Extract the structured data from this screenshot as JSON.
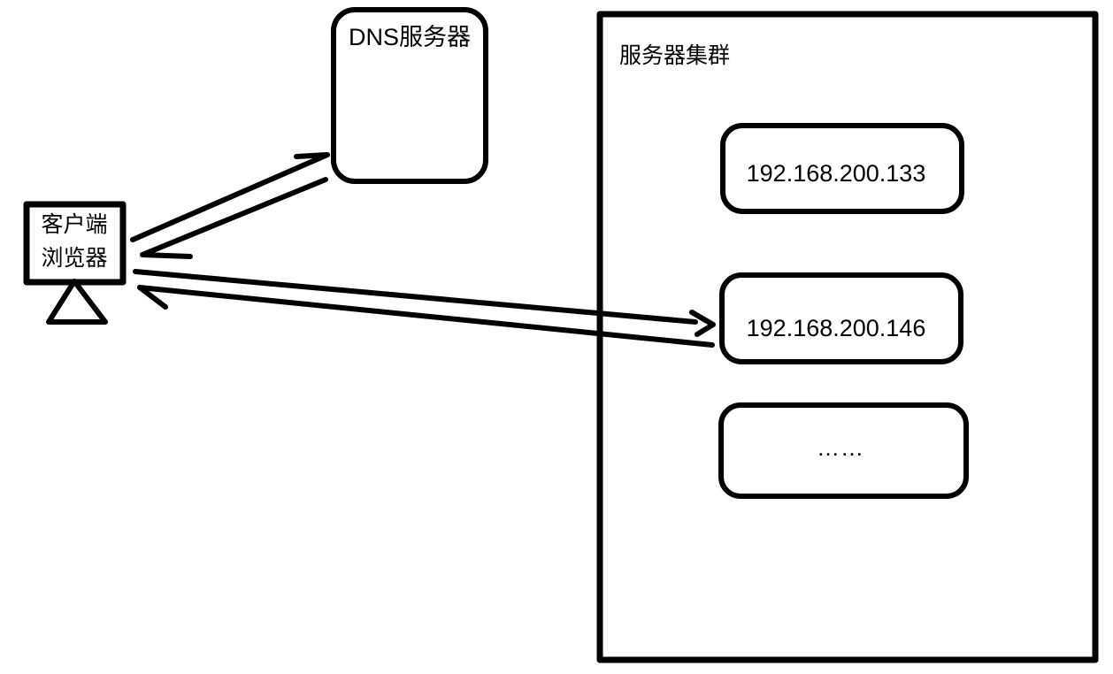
{
  "colors": {
    "background": "#ffffff",
    "stroke": "#000000",
    "text": "#000000"
  },
  "nodes": {
    "dns": {
      "label": "DNS服务器"
    },
    "client": {
      "lines": [
        "客户端",
        "浏览器"
      ]
    },
    "cluster": {
      "label": "服务器集群"
    },
    "servers": [
      {
        "label": "192.168.200.133"
      },
      {
        "label": "192.168.200.146"
      },
      {
        "label": "……"
      }
    ]
  },
  "arrows": {
    "client_to_dns": "client → DNS服务器",
    "dns_to_client": "DNS服务器 → client",
    "client_to_server146": "client → 192.168.200.146",
    "server146_to_client": "192.168.200.146 → client"
  }
}
